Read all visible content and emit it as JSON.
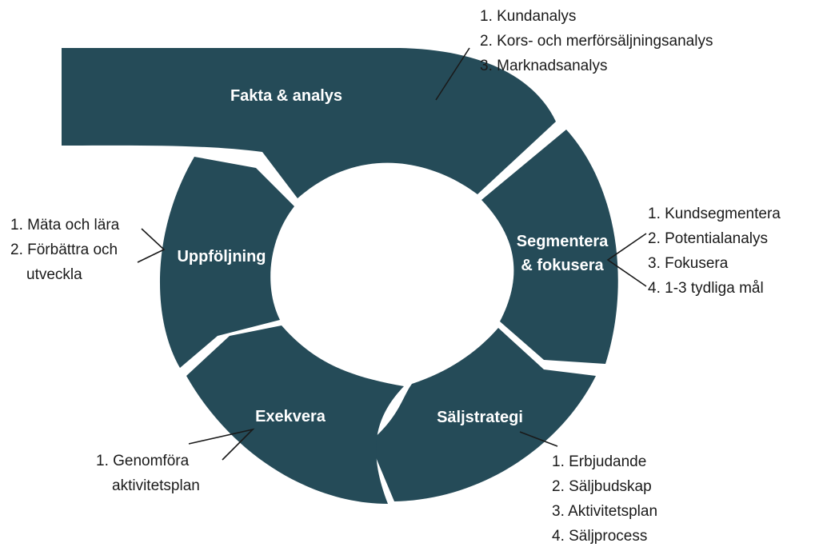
{
  "colors": {
    "segment_fill": "#254b58",
    "label_text": "#ffffff",
    "note_text": "#1a1a1a",
    "callout_line": "#1a1a1a"
  },
  "segments": {
    "fakta": {
      "label": "Fakta & analys"
    },
    "segmentera": {
      "label_line1": "Segmentera",
      "label_line2": "& fokusera"
    },
    "saljstrategi": {
      "label": "Säljstrategi"
    },
    "exekvera": {
      "label": "Exekvera"
    },
    "uppfoljning": {
      "label": "Uppföljning"
    }
  },
  "notes": {
    "fakta": [
      "1. Kundanalys",
      "2. Kors- och merförsäljningsanalys",
      "3. Marknadsanalys"
    ],
    "segmentera": [
      "1. Kundsegmentera",
      "2. Potentialanalys",
      "3. Fokusera",
      "4. 1-3 tydliga mål"
    ],
    "saljstrategi": [
      "1. Erbjudande",
      "2. Säljbudskap",
      "3. Aktivitetsplan",
      "4. Säljprocess"
    ],
    "exekvera": [
      "1. Genomföra",
      "aktivitetsplan"
    ],
    "uppfoljning": [
      "1. Mäta och lära",
      "2. Förbättra och",
      "utveckla"
    ]
  }
}
